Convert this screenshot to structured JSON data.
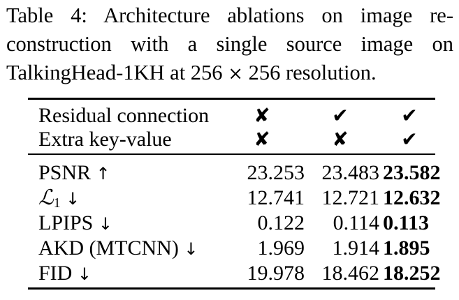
{
  "caption": {
    "line1": "Table 4:  Architecture ablations on image re-",
    "line2": "construction with a single source image on",
    "line3_prefix": "TalkingHead-1KH at 256",
    "times_symbol": "×",
    "line3_suffix": "256 resolution."
  },
  "config_rows": [
    {
      "label": "Residual connection",
      "marks": [
        "✘",
        "✔",
        "✔"
      ]
    },
    {
      "label": "Extra key-value",
      "marks": [
        "✘",
        "✘",
        "✔"
      ]
    }
  ],
  "metric_rows": [
    {
      "label": "PSNR",
      "arrow": "↑",
      "values": [
        "23.253",
        "23.483",
        "23.582"
      ]
    },
    {
      "label_symbol": "ℒ",
      "label_sub": "1",
      "arrow": "↓",
      "values": [
        "12.741",
        "12.721",
        "12.632"
      ]
    },
    {
      "label": "LPIPS",
      "arrow": "↓",
      "values": [
        "0.122",
        "0.114",
        "0.113"
      ]
    },
    {
      "label": "AKD (MTCNN)",
      "arrow": "↓",
      "values": [
        "1.969",
        "1.914",
        "1.895"
      ]
    },
    {
      "label": "FID",
      "arrow": "↓",
      "values": [
        "19.978",
        "18.462",
        "18.252"
      ]
    }
  ],
  "best_column_index": 2
}
